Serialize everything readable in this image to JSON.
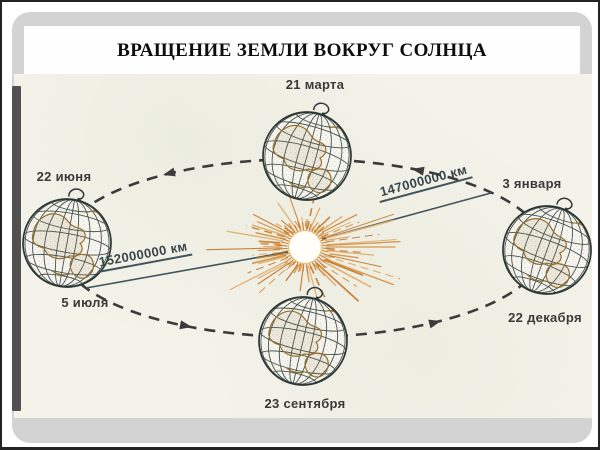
{
  "slide": {
    "title": "ВРАЩЕНИЕ ЗЕМЛИ ВОКРУГ СОЛНЦА"
  },
  "diagram": {
    "date_labels": {
      "march": "21 марта",
      "june": "22 июня",
      "july": "5 июля",
      "september": "23 сентября",
      "december": "22 декабря",
      "january": "3 января"
    },
    "distance_labels": {
      "aphelion": "152000000 км",
      "perihelion": "147000000 км"
    },
    "icons": {
      "sun": "sun-icon",
      "earth": "earth-globe-icon",
      "orbit_arrow": "orbit-direction-arrow-icon",
      "rotation": "earth-rotation-arrow-icon"
    },
    "colors": {
      "scan_background": "#f4f3ea",
      "sun_ray": "#d7994d",
      "sun_ray_dark": "#c9823a",
      "sun_ray_light": "#e2b071",
      "orbit_line": "#3b3b3b",
      "distance_line": "#44545c",
      "continent": "#96702f",
      "label_text": "#3a3a3a"
    }
  }
}
